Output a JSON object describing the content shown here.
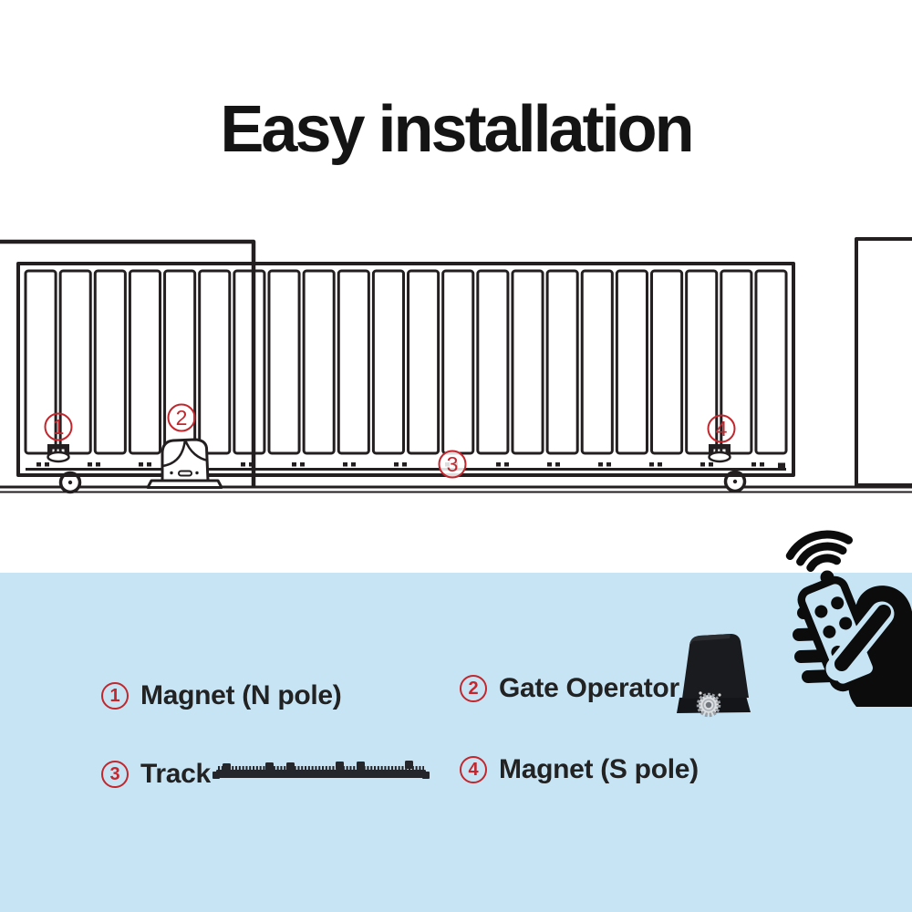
{
  "title": "Easy installation",
  "colors": {
    "accent_red": "#c1272d",
    "section_blue": "#c7e4f5",
    "drawing_line": "#231f20",
    "title_black": "#141414"
  },
  "diagram": {
    "description": "sliding-gate-installation-line-drawing",
    "callouts": [
      {
        "number": "1"
      },
      {
        "number": "2"
      },
      {
        "number": "3"
      },
      {
        "number": "4"
      }
    ]
  },
  "legend": {
    "items": [
      {
        "number": "1",
        "label": "Magnet (N pole)"
      },
      {
        "number": "2",
        "label": "Gate Operator"
      },
      {
        "number": "3",
        "label": "Track"
      },
      {
        "number": "4",
        "label": "Magnet (S pole)"
      }
    ]
  },
  "icons": {
    "remote": "hand-holding-remote-with-signal-icon",
    "gate_operator_photo": "gate-operator-product-photo",
    "track_photo": "gear-rack-track-product-photo"
  }
}
